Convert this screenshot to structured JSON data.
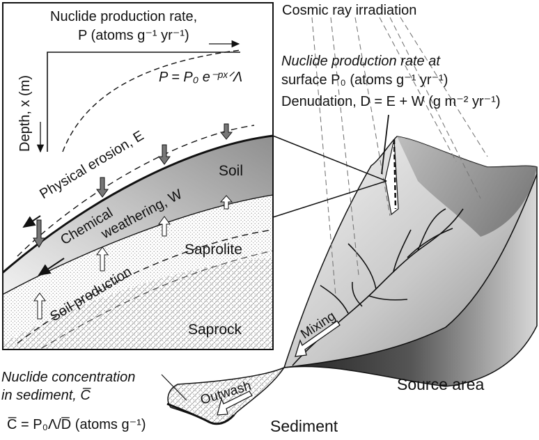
{
  "inset": {
    "production_title_line1": "Nuclide production rate,",
    "production_title_line2": "P (atoms g⁻¹ yr⁻¹)",
    "depth_axis": "Depth, x (m)",
    "production_equation": "P = P₀ e⁻ᵖˣᐟΛ",
    "physical_erosion": "Physical erosion, E",
    "chemical_line1": "Chemical",
    "chemical_line2": "weathering, W",
    "soil": "Soil",
    "saprolite": "Saprolite",
    "soil_production": "Soil production",
    "saprock": "Saprock"
  },
  "labels": {
    "cosmic_ray": "Cosmic ray irradiation",
    "surface_rate_line1": "Nuclide production rate at",
    "surface_rate_line2": "surface P₀ (atoms g⁻¹ yr⁻¹)",
    "denudation": "Denudation, D = E + W (g m⁻² yr⁻¹)",
    "mixing": "Mixing",
    "outwash": "Outwash",
    "source_area": "Source area",
    "sediment": "Sediment",
    "concentration_line1": "Nuclide concentration",
    "concentration_line2": "in sediment, C̅",
    "concentration_equation": "C̅ = P₀Λ/D̅ (atoms g⁻¹)"
  },
  "colors": {
    "soil_fill": "#a9a9a9",
    "landscape_light": "#e8e8e8",
    "landscape_dark": "#3a3a3a",
    "ink": "#111111"
  }
}
